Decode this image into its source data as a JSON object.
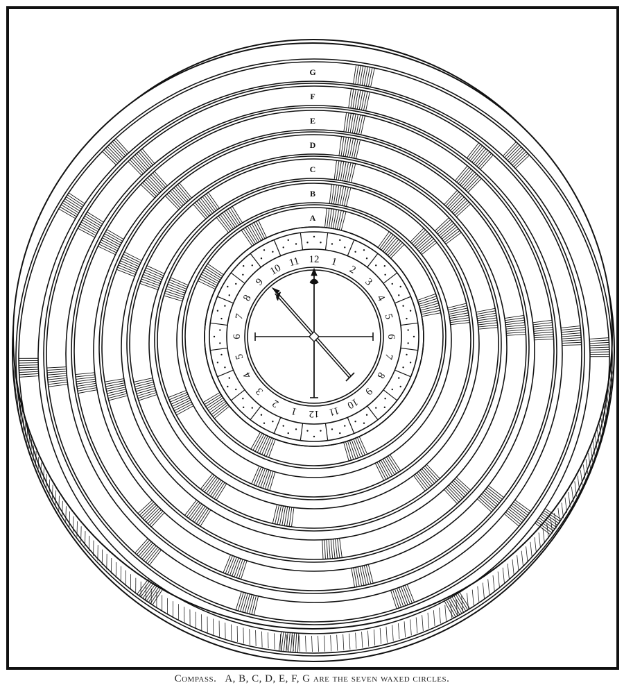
{
  "figure": {
    "ring_labels": [
      "A",
      "B",
      "C",
      "D",
      "E",
      "F",
      "G"
    ],
    "dial_numbers": [
      "12",
      "1",
      "2",
      "3",
      "4",
      "5",
      "6",
      "7",
      "8",
      "9",
      "10",
      "11",
      "12",
      "1",
      "2",
      "3",
      "4",
      "5",
      "6",
      "7",
      "8",
      "9",
      "10",
      "11"
    ],
    "caption_head": "Compass.",
    "caption_letters": "A, B, C, D, E, F, G",
    "caption_tail": "are the seven waxed circles."
  }
}
